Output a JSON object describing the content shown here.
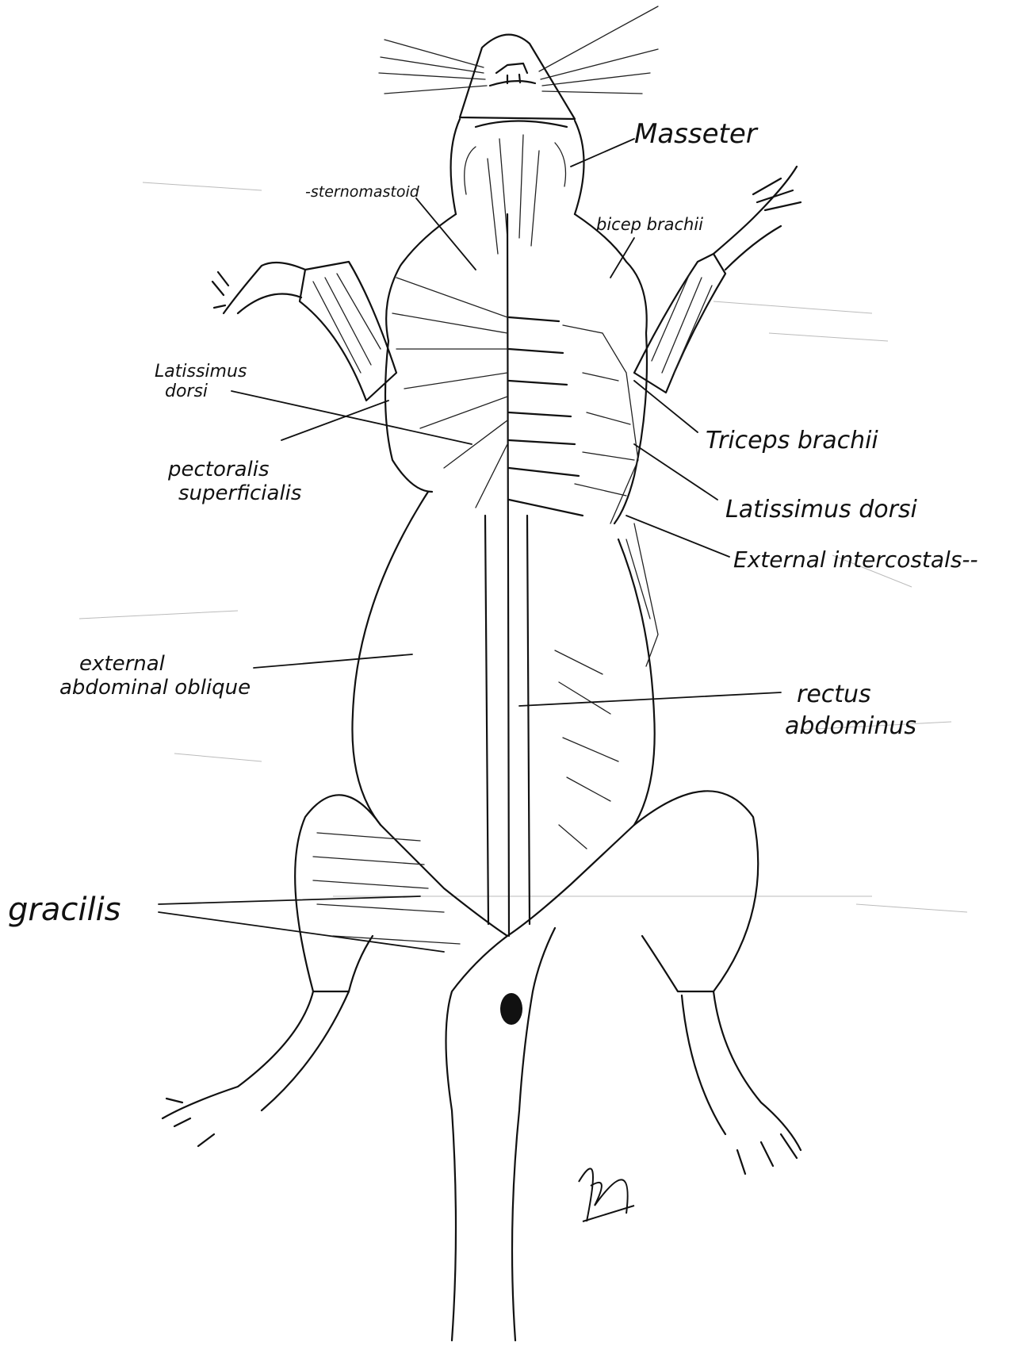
{
  "labels": {
    "masseter": "Masseter",
    "sternomastoid": "-sternomastoid",
    "bicep_brachii": "bicep brachii",
    "latissimus_dorsi_left_1": "Latissimus",
    "latissimus_dorsi_left_2": "dorsi",
    "pectoralis_1": "pectoralis",
    "pectoralis_2": "superficialis",
    "triceps_brachii": "Triceps brachii",
    "latissimus_dorsi_right": "Latissimus dorsi",
    "external_intercostals": "External intercostals--",
    "external_oblique_1": "external",
    "external_oblique_2": "abdominal oblique",
    "rectus_1": "rectus",
    "rectus_2": "abdominus",
    "gracilis": "gracilis"
  },
  "colors": {
    "ink": "#111111",
    "paper": "#ffffff"
  },
  "icons": {
    "signature": "signature-icon",
    "rat": "rat-muscle-drawing"
  }
}
